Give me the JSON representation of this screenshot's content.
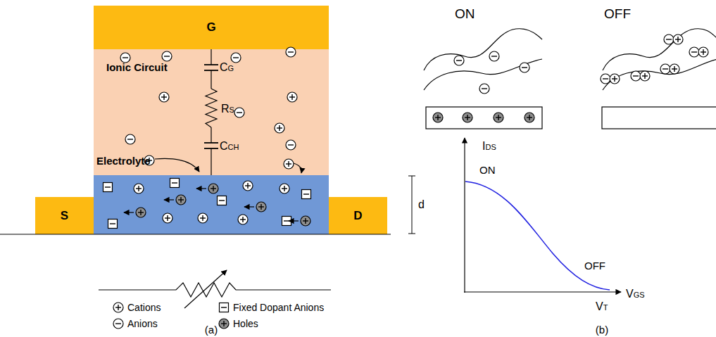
{
  "diagram": {
    "nodes": [
      {
        "text": [
          "G"
        ]
      },
      {
        "text": [
          "Ionic Circuit",
          "Electrolyte"
        ]
      },
      {
        "text": [
          "S"
        ]
      },
      {
        "text": [
          "D"
        ]
      }
    ],
    "labels": [
      "CG",
      "RS",
      "CCH",
      "d",
      "(a)",
      "ON",
      "OFF",
      "IDS",
      "ON",
      "OFF",
      "VT",
      "VGS",
      "(b)"
    ],
    "legend": [
      {
        "text": "Cations"
      },
      {
        "text": "Anions"
      },
      {
        "text": "Fixed Dopant Anions"
      },
      {
        "text": "Holes"
      }
    ]
  }
}
